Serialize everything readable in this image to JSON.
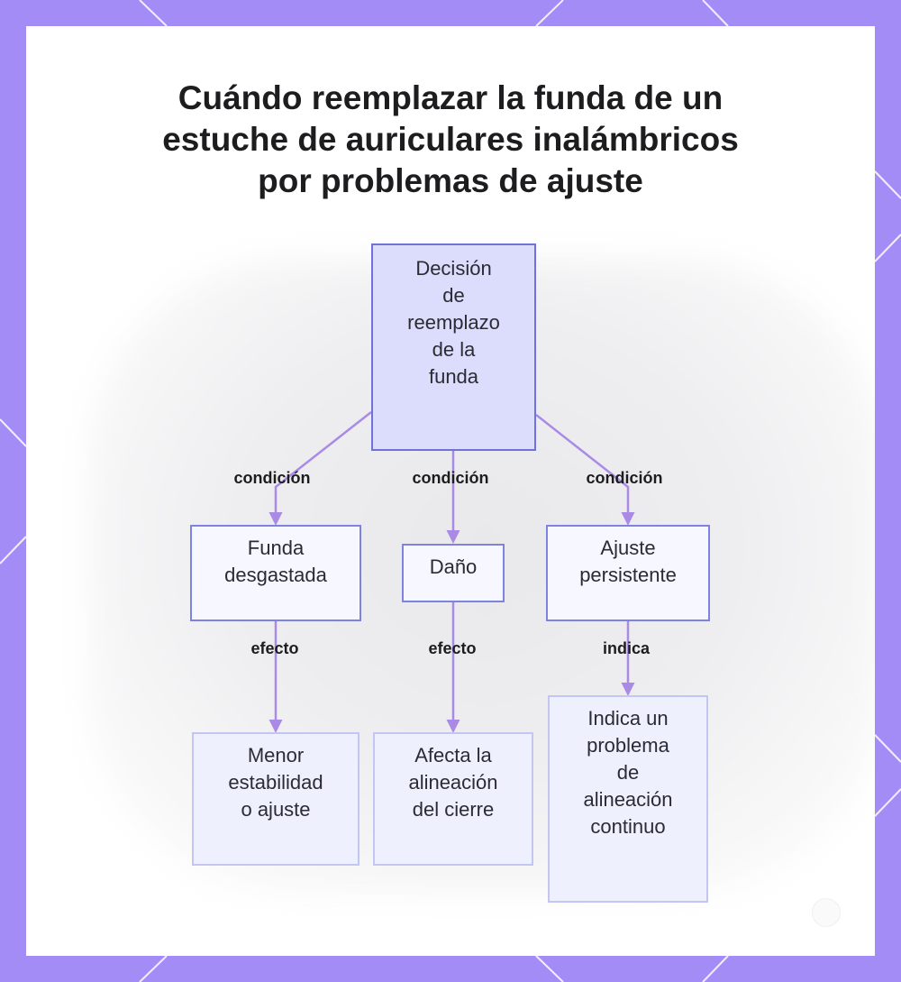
{
  "title": {
    "lines": [
      "Cuándo reemplazar la funda de un",
      "estuche de auriculares inalámbricos",
      "por problemas de ajuste"
    ]
  },
  "nodes": {
    "root": {
      "lines": [
        "Decisión",
        "de",
        "reemplazo",
        "de la",
        "funda"
      ]
    },
    "worn_case": {
      "lines": [
        "Funda",
        "desgastada"
      ]
    },
    "damage": {
      "lines": [
        "Daño"
      ]
    },
    "persistent_fit": {
      "lines": [
        "Ajuste",
        "persistente"
      ]
    },
    "less_stability": {
      "lines": [
        "Menor",
        "estabilidad",
        "o ajuste"
      ]
    },
    "affects_alignment": {
      "lines": [
        "Afecta la",
        "alineación",
        "del cierre"
      ]
    },
    "alignment_problem": {
      "lines": [
        "Indica un",
        "problema",
        "de",
        "alineación",
        "continuo"
      ]
    }
  },
  "edge_labels": {
    "root_to_worn": "condición",
    "root_to_damage": "condición",
    "root_to_fit": "condición",
    "worn_to_stability": "efecto",
    "damage_to_alignment": "efecto",
    "fit_to_problem": "indica"
  },
  "colors": {
    "frame": "#a48cf6",
    "edge": "#a98be6",
    "root_fill": "#dcdcfc",
    "node_border": "#7d83df",
    "leaf_fill": "#eef0fe"
  }
}
